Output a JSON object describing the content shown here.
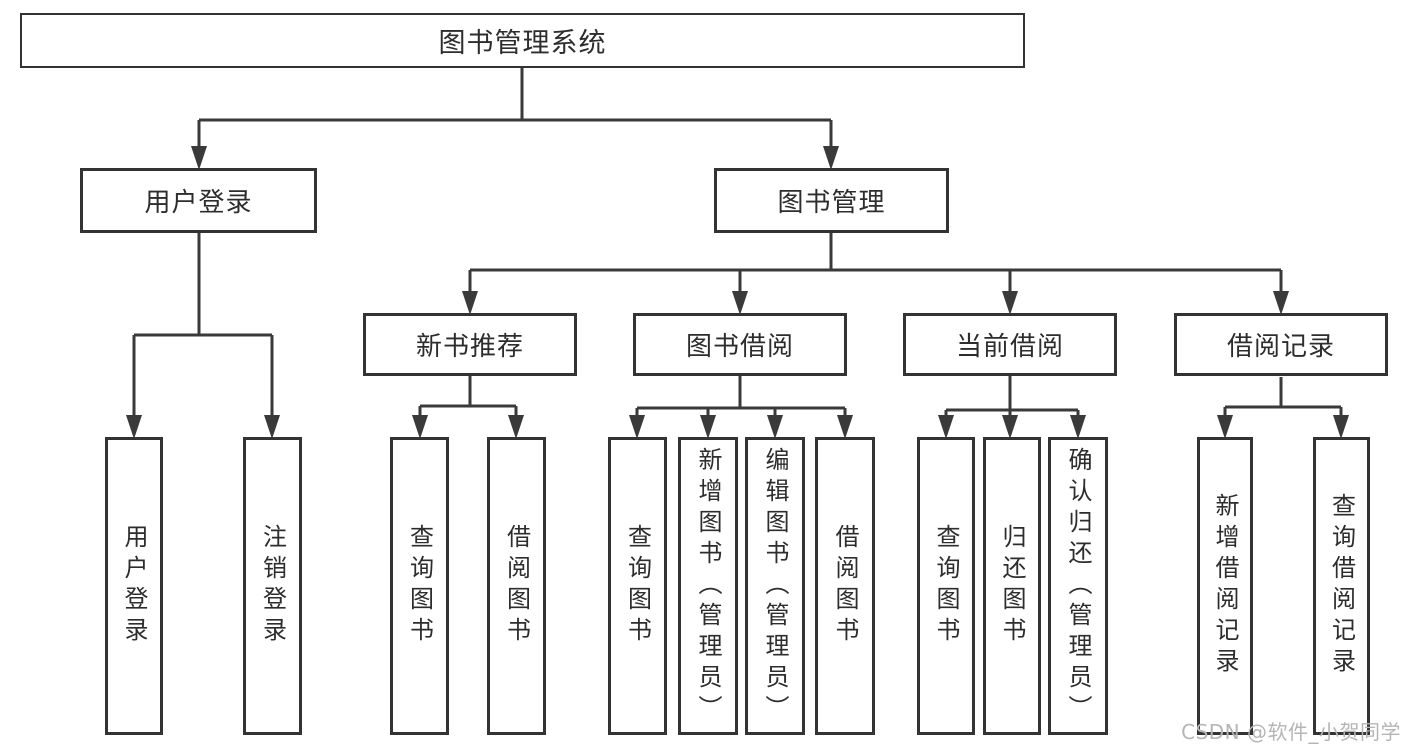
{
  "diagram": {
    "root": {
      "label": "图书管理系统"
    },
    "level2": [
      {
        "label": "用户登录"
      },
      {
        "label": "图书管理"
      }
    ],
    "level3": [
      {
        "label": "新书推荐",
        "parent": "图书管理"
      },
      {
        "label": "图书借阅",
        "parent": "图书管理"
      },
      {
        "label": "当前借阅",
        "parent": "图书管理"
      },
      {
        "label": "借阅记录",
        "parent": "图书管理"
      }
    ],
    "leaves": [
      {
        "label": "用户登录",
        "parent": "用户登录"
      },
      {
        "label": "注销登录",
        "parent": "用户登录"
      },
      {
        "label": "查询图书",
        "parent": "新书推荐"
      },
      {
        "label": "借阅图书",
        "parent": "新书推荐"
      },
      {
        "label": "查询图书",
        "parent": "图书借阅"
      },
      {
        "label": "新增图书（管理员）",
        "parent": "图书借阅"
      },
      {
        "label": "编辑图书（管理员）",
        "parent": "图书借阅"
      },
      {
        "label": "借阅图书",
        "parent": "图书借阅"
      },
      {
        "label": "查询图书",
        "parent": "当前借阅"
      },
      {
        "label": "归还图书",
        "parent": "当前借阅"
      },
      {
        "label": "确认归还（管理员）",
        "parent": "当前借阅"
      },
      {
        "label": "新增借阅记录",
        "parent": "借阅记录"
      },
      {
        "label": "查询借阅记录",
        "parent": "借阅记录"
      }
    ],
    "watermark": "CSDN @软件_小贺同学",
    "colors": {
      "line": "#3a3a3a",
      "border": "#333333",
      "text": "#2d2d2d",
      "watermark": "#b5b5b5",
      "background": "#ffffff"
    }
  }
}
